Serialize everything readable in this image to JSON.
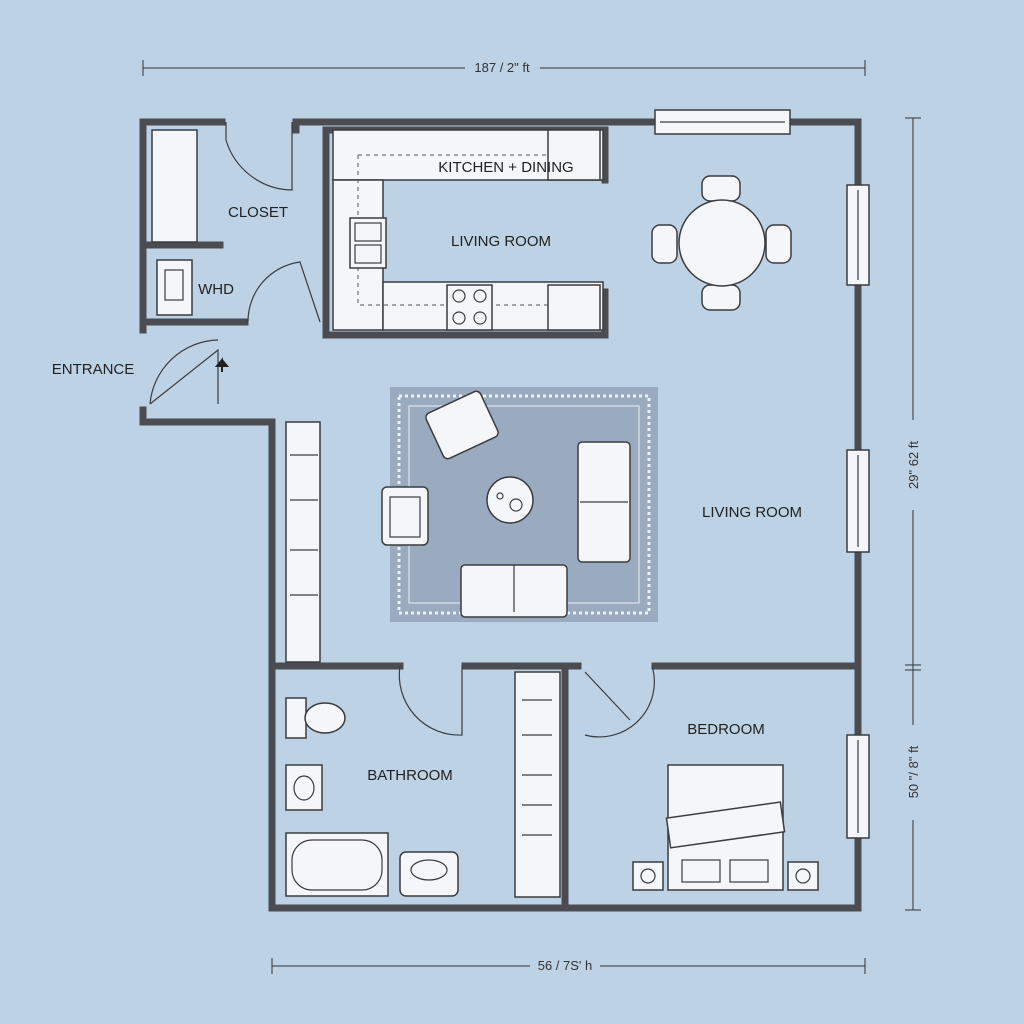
{
  "plan": {
    "rooms": {
      "closet": "CLOSET",
      "whd": "WHD",
      "entrance": "ENTRANCE",
      "kitchen_dining": "KITCHEN + DINING",
      "living_room_upper": "LIVING ROOM",
      "living_room": "LIVING ROOM",
      "bathroom": "BATHROOM",
      "bedroom": "BEDROOM"
    },
    "dimensions": {
      "top": "187 / 2\" ft",
      "right_upper": "29\" 62 ft",
      "right_lower": "50 \"/ 8\" ft",
      "bottom": "56 / 7S' h"
    },
    "colors": {
      "background": "#bdd2e5",
      "wall": "#4a4c52",
      "rug": "#9aabbf"
    }
  }
}
